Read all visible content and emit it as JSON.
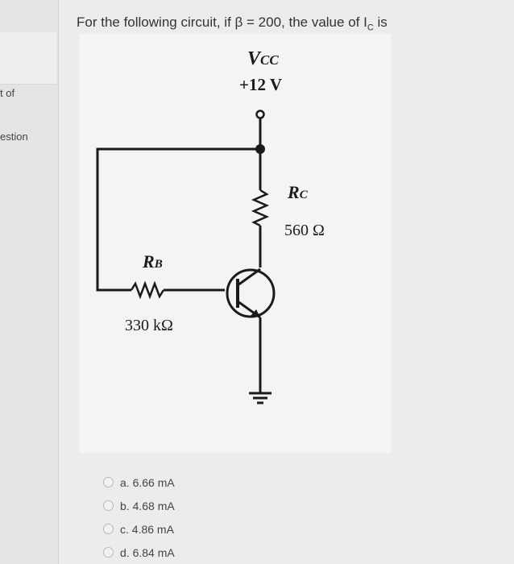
{
  "sidebar": {
    "label_1": "t of",
    "label_2": "estion"
  },
  "question": {
    "text": "For the following circuit, if β = 200, the value of I",
    "sub": "C",
    "suffix": " is"
  },
  "circuit": {
    "vcc_label": "V",
    "vcc_sub": "CC",
    "vcc_value": "+12 V",
    "rc_label": "R",
    "rc_sub": "C",
    "rc_value": "560 Ω",
    "rb_label": "R",
    "rb_sub": "B",
    "rb_value": "330 kΩ"
  },
  "options": [
    {
      "label": "a. 6.66 mA",
      "selected": false
    },
    {
      "label": "b. 4.68 mA",
      "selected": false
    },
    {
      "label": "c. 4.86 mA",
      "selected": false
    },
    {
      "label": "d. 6.84 mA",
      "selected": false
    }
  ],
  "colors": {
    "background": "#ececec",
    "circuit_background": "#f4f4f4",
    "wire": "#1a1a1a"
  }
}
